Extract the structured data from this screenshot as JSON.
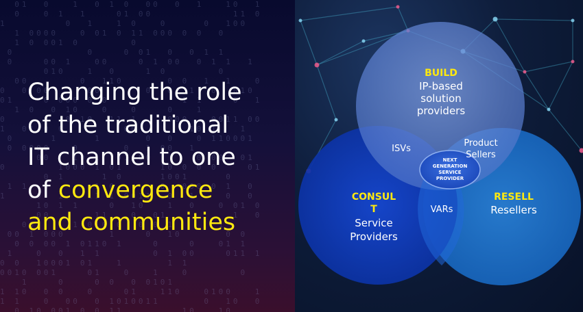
{
  "headline": {
    "line1": "Changing the role",
    "line2": "of the traditional",
    "line3": "IT channel to one",
    "line4_prefix": "of ",
    "line4_accent": "convergence",
    "line5_accent": "and communities"
  },
  "venn": {
    "build": {
      "title": "BUILD",
      "line1": "IP-based",
      "line2": "solution",
      "line3": "providers"
    },
    "consult": {
      "title_line1": "CONSUL",
      "title_line2": "T",
      "line1": "Service",
      "line2": "Providers"
    },
    "resell": {
      "title": "RESELL",
      "line1": "Resellers"
    },
    "overlaps": {
      "build_consult": "ISVs",
      "build_resell_line1": "Product",
      "build_resell_line2": "Sellers",
      "consult_resell": "VARs"
    },
    "center": {
      "line1": "NEXT",
      "line2": "GENERATION",
      "line3": "SERVICE",
      "line4": "PROVIDER"
    }
  },
  "colors": {
    "accent_yellow": "#ffe90f",
    "build_circle": "#5b7fd0",
    "consult_circle": "#0f3fc0",
    "resell_circle": "#1a6fd2"
  }
}
